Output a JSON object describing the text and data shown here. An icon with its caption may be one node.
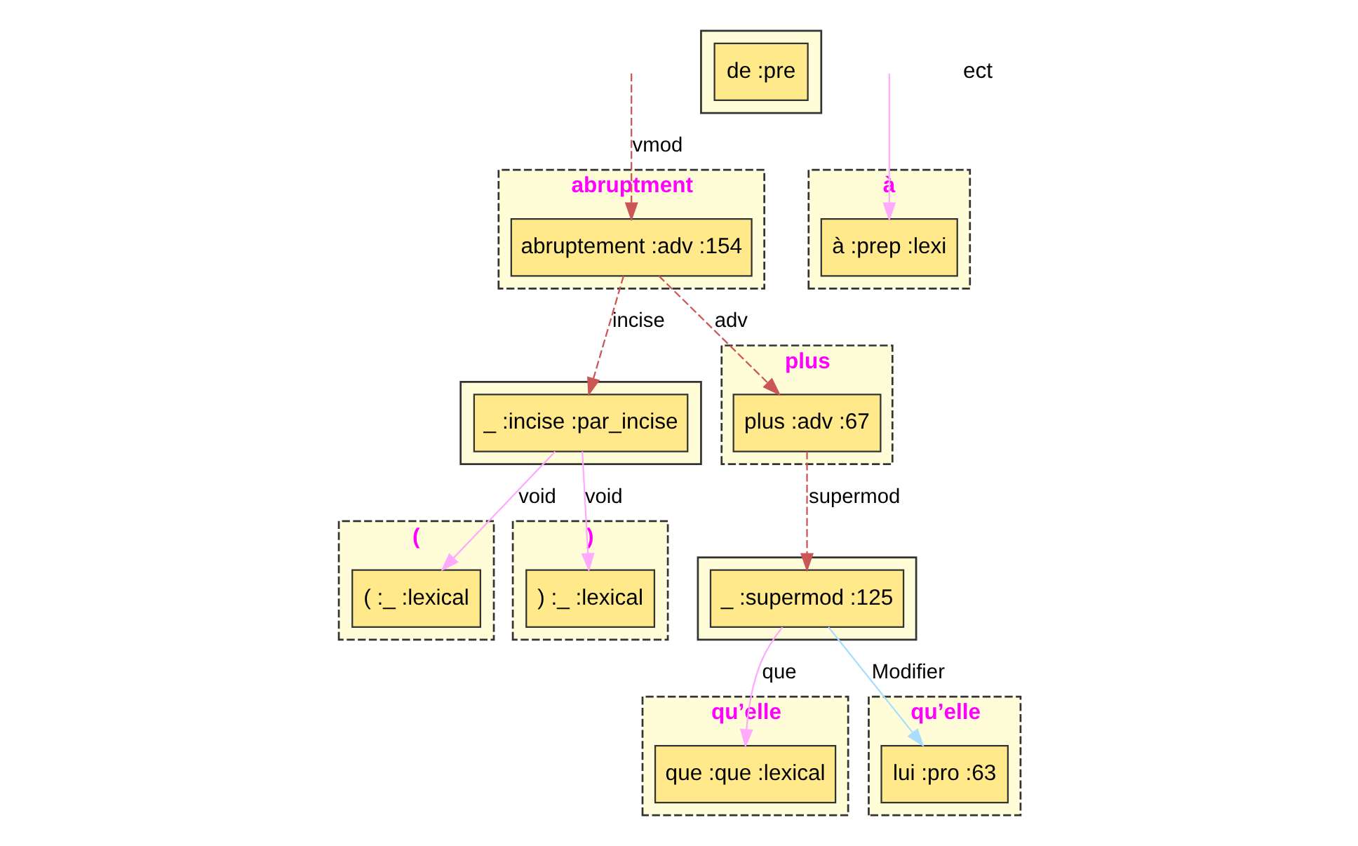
{
  "diagram": {
    "nodes": [
      {
        "text": [],
        "shape": "box"
      },
      {
        "text": [
          "_ :incise :par_incise"
        ],
        "in": 0
      },
      {
        "text": [
          "("
        ]
      },
      {
        "text": [
          "( :_ :lexical"
        ],
        "in": 2
      },
      {
        "text": [
          "abruptment"
        ]
      },
      {
        "text": [
          "abruptement :adv :154"
        ],
        "in": 4
      },
      {
        "text": [
          "plus"
        ]
      },
      {
        "text": [
          "plus :adv :67"
        ],
        "in": 6
      },
      {
        "text": [],
        "shape": "box"
      },
      {
        "text": [
          "_ :supermod :125"
        ],
        "in": 8
      },
      {
        "text": [
          "qu’elle"
        ]
      },
      {
        "text": [
          "que :que :lexical"
        ],
        "in": 10
      },
      {
        "text": [
          "qu’elle"
        ]
      },
      {
        "text": [
          "lui :pro :63"
        ],
        "in": 12
      },
      {
        "text": [
          ")"
        ]
      },
      {
        "text": [
          ") :_ :lexical"
        ],
        "in": 14
      },
      {
        "text": [],
        "shape": "box"
      },
      {
        "text": [
          "de :pre"
        ],
        "in": 16
      },
      {
        "text": [
          "à"
        ]
      },
      {
        "text": [
          "à :prep :lexi"
        ],
        "in": 18
      }
    ],
    "edges": [
      {
        "from": 1,
        "to": 3,
        "arrow": "to",
        "label": "void",
        "color": "#ffaaff"
      },
      {
        "from": 1,
        "to": 15,
        "arrow": "to",
        "label": "void",
        "color": "#ffaaff"
      },
      {
        "from": 5,
        "to": 1,
        "arrow": "to",
        "label": "incise",
        "style": "dashed",
        "color": "#cc5555"
      },
      {
        "from": null,
        "to": 5,
        "arrow": "to",
        "label": "vmod",
        "style": "dashed",
        "color": "#cc5555"
      },
      {
        "from": 5,
        "to": 7,
        "arrow": "to",
        "label": "adv",
        "style": "dashed",
        "color": "#cc5555"
      },
      {
        "from": 7,
        "to": 9,
        "arrow": "to",
        "label": "supermod",
        "style": "dashed",
        "color": "#cc5555"
      },
      {
        "from": 9,
        "to": 11,
        "arrow": "to",
        "label": "que",
        "color": "#ffaaff"
      },
      {
        "from": 9,
        "to": 13,
        "arrow": "to",
        "label": "Modifier",
        "color": "#aaddff"
      },
      {
        "from": null,
        "to": 19,
        "arrow": "to",
        "color": "#ffaaff"
      }
    ],
    "labels": [
      "ect"
    ]
  }
}
